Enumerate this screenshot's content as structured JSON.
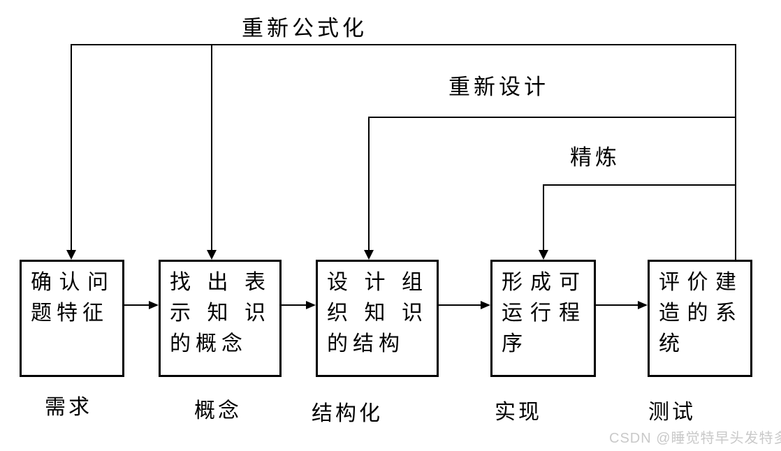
{
  "diagram": {
    "title_context": "knowledge-engineering-process-flow",
    "feedback_labels": {
      "reformulate": "重新公式化",
      "redesign": "重新设计",
      "refine": "精炼"
    },
    "stages": [
      {
        "box": "确认问题特征",
        "phase": "需求"
      },
      {
        "box": "找出表示知识的概念",
        "phase": "概念"
      },
      {
        "box": "设计组织知识的结构",
        "phase": "结构化"
      },
      {
        "box": "形成可运行程序",
        "phase": "实现"
      },
      {
        "box": "评价建造的系统",
        "phase": "测试"
      }
    ],
    "colors": {
      "line": "#000000",
      "box_border": "#000000",
      "background": "#ffffff",
      "watermark": "#c9c9c9"
    }
  },
  "watermark": "CSDN @睡觉特早头发特多"
}
